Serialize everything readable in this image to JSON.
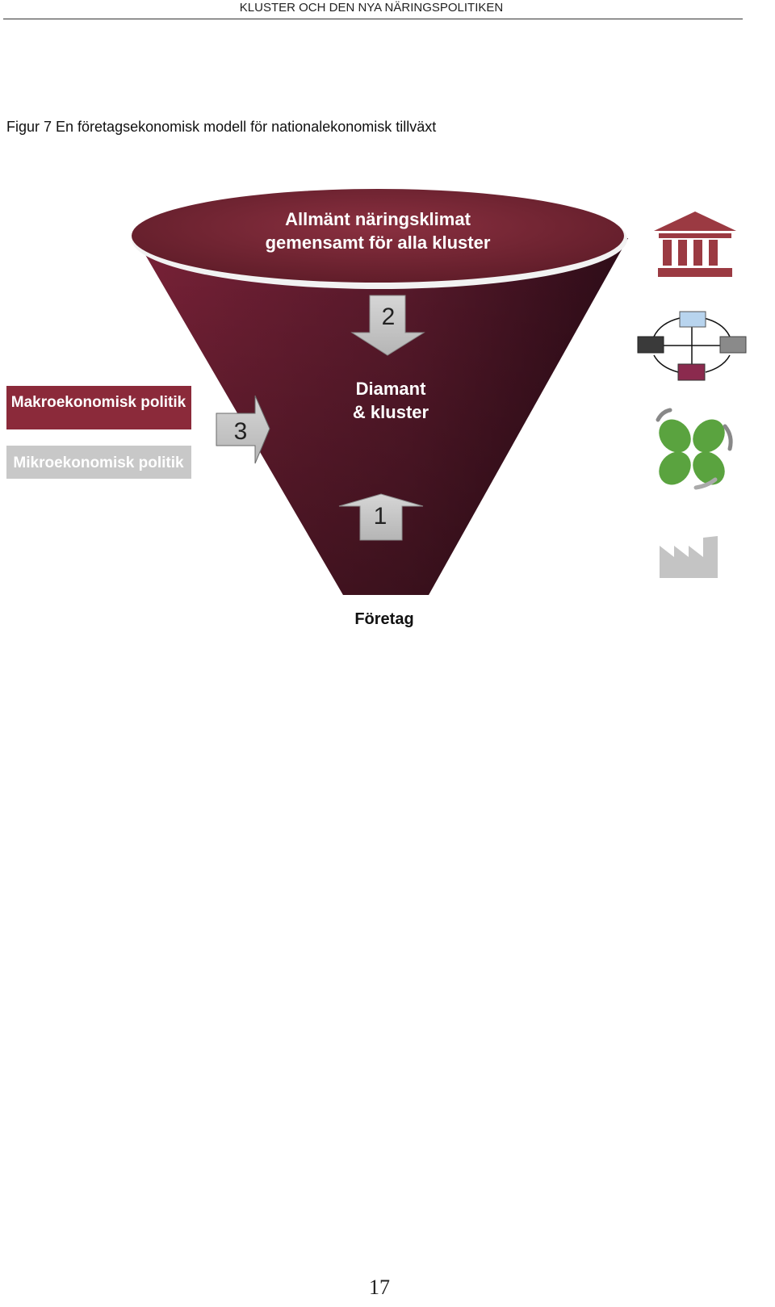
{
  "header": {
    "running_title": "KLUSTER OCH DEN NYA NÄRINGSPOLITIKEN"
  },
  "figure": {
    "caption": "Figur 7 En företagsekonomisk modell för nationalekonomisk tillväxt",
    "funnel_top_line1": "Allmänt näringsklimat",
    "funnel_top_line2": "gemensamt för alla kluster",
    "diamond_line1": "Diamant",
    "diamond_line2": "& kluster",
    "bottom_label": "Företag",
    "arrow_down_number": "2",
    "arrow_up_number": "1",
    "arrow_right_number": "3",
    "macro_policy_label": "Makroekonomisk politik",
    "micro_policy_label": "Mikroekonomisk politik",
    "icons": [
      "government-building-icon",
      "network-diagram-icon",
      "cluster-leaves-icon",
      "factory-icon"
    ]
  },
  "footer": {
    "page_number": "17"
  },
  "colors": {
    "funnel_dark": "#3a0f1e",
    "funnel_mid": "#7a2238",
    "macro_box": "#8b2a3a",
    "micro_box": "#c8c8c8",
    "arrow_gray": "#c9c9c9",
    "leaf_green": "#5aa33f",
    "factory_gray": "#c4c4c4"
  }
}
